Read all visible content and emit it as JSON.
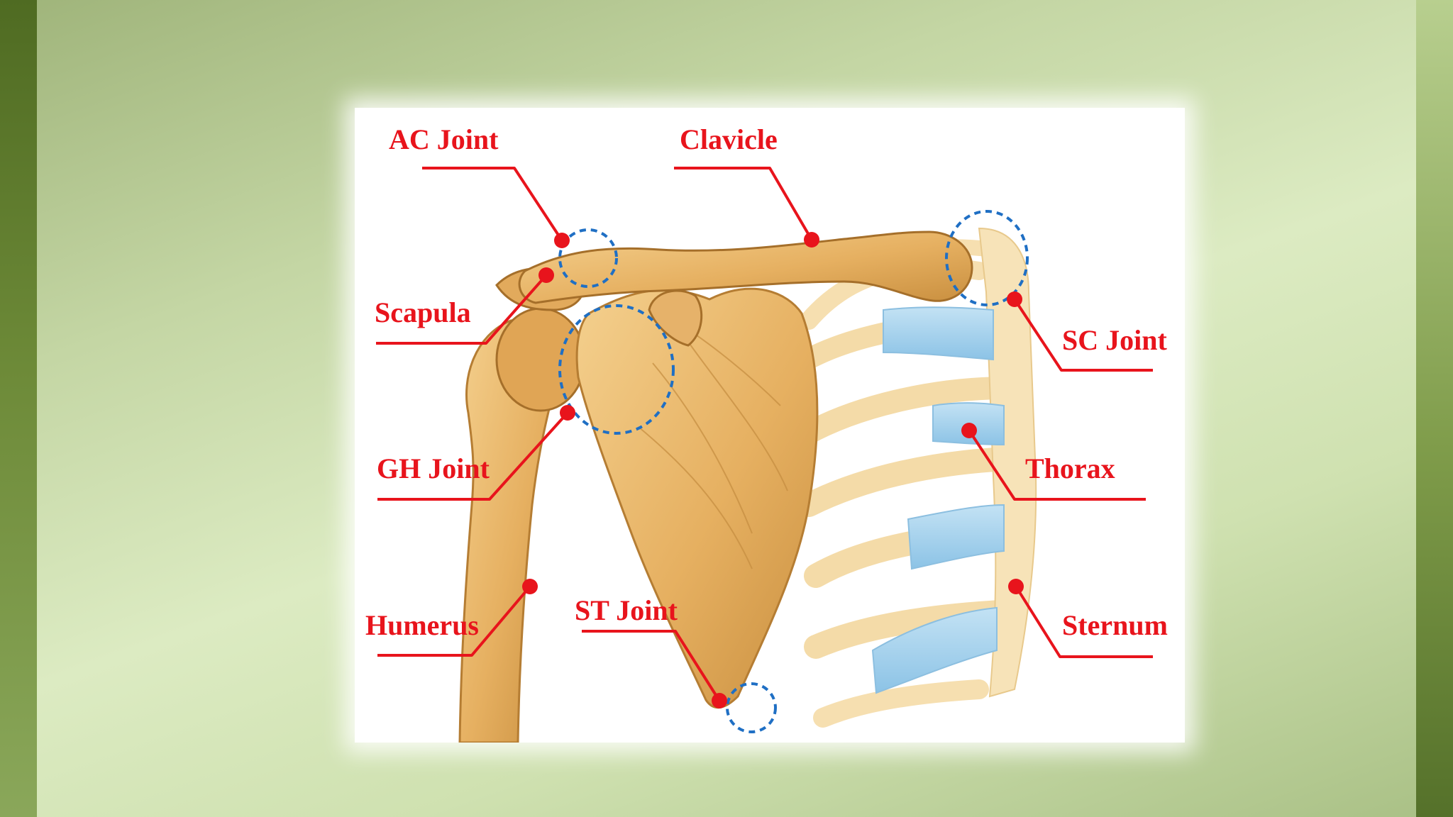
{
  "diagram": {
    "labels": {
      "ac_joint": "AC Joint",
      "clavicle": "Clavicle",
      "scapula": "Scapula",
      "sc_joint": "SC Joint",
      "gh_joint": "GH Joint",
      "thorax": "Thorax",
      "humerus": "Humerus",
      "st_joint": "ST Joint",
      "sternum": "Sternum"
    },
    "colors": {
      "label_red": "#e8141c",
      "joint_circle_blue": "#1f6fc4",
      "bone": "#e8b96a",
      "cartilage": "#a9d4ee"
    }
  }
}
